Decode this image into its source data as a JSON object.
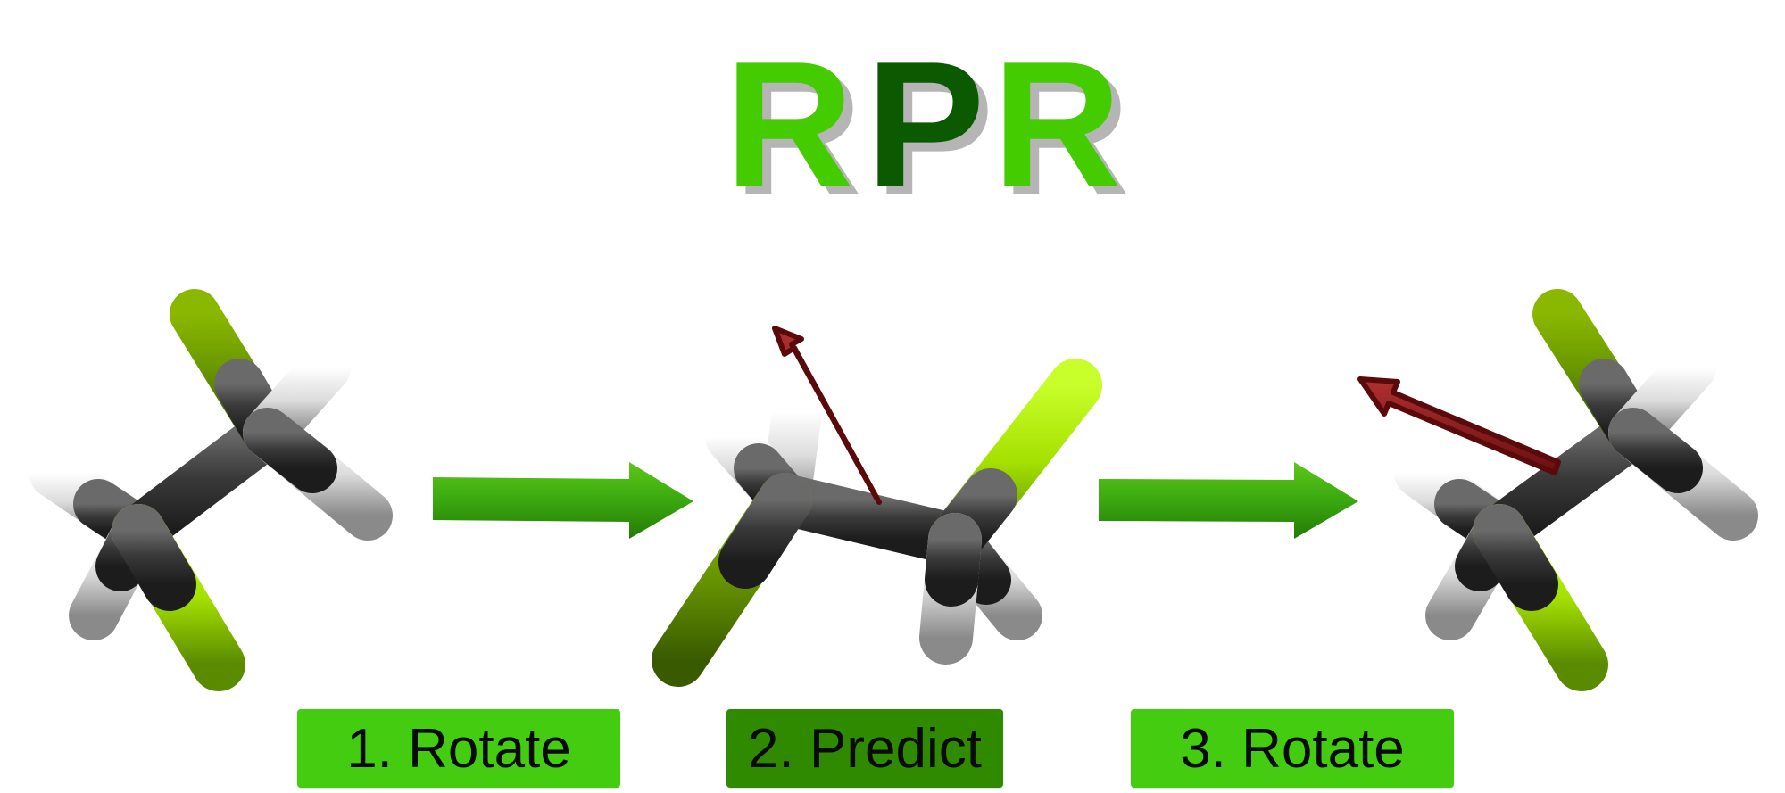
{
  "title": {
    "letters": [
      {
        "char": "R",
        "color": "#44cc00"
      },
      {
        "char": "P",
        "color": "#0b5a00"
      },
      {
        "char": "R",
        "color": "#44cc00"
      }
    ],
    "shadow_color": "#b5b5b5"
  },
  "steps": [
    {
      "label": "1. Rotate",
      "color": "#44cc11"
    },
    {
      "label": "2. Predict",
      "color": "#2f8a00"
    },
    {
      "label": "3. Rotate",
      "color": "#44cc11"
    }
  ],
  "colors": {
    "process_arrow": "#3aa80f",
    "force_arrow": "#8a1a1a",
    "carbon": "#3a3a3a",
    "hydrogen": "#e6e6e6",
    "fluorine_light": "#a8e000",
    "fluorine_dark": "#6a9a00"
  },
  "icons": [
    "molecule-icon",
    "process-arrow-icon",
    "force-vector-icon"
  ]
}
